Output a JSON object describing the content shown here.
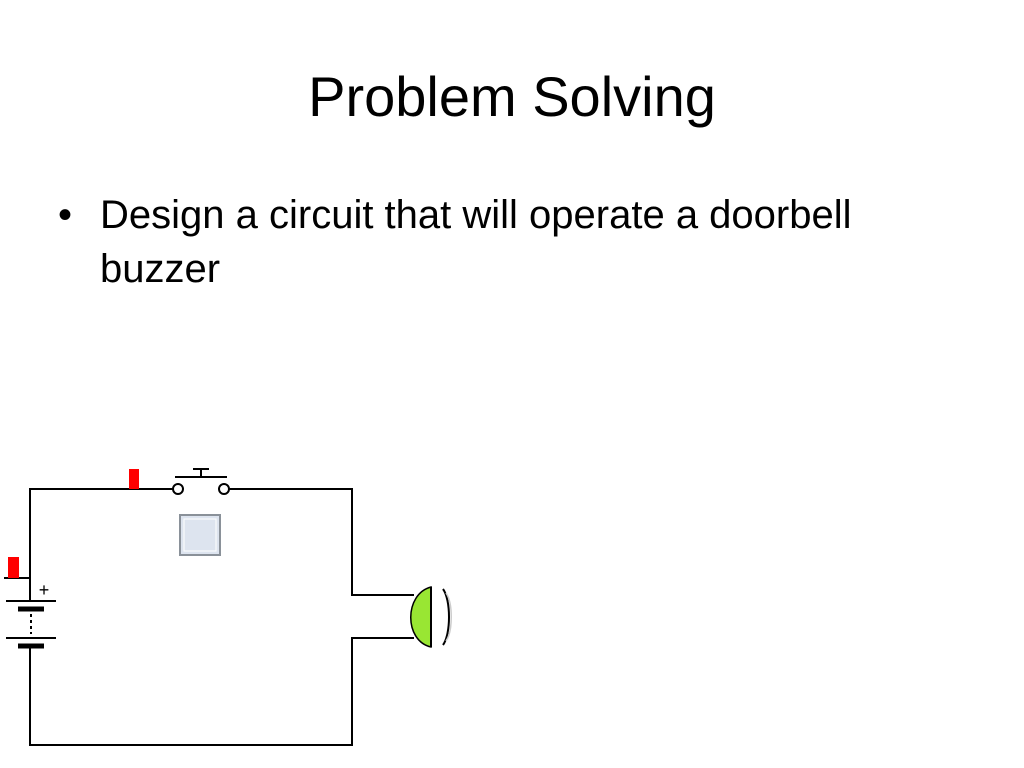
{
  "slide": {
    "title": "Problem Solving",
    "bullets": [
      {
        "mark": "•",
        "text": "Design a circuit that will operate a doorbell buzzer"
      }
    ]
  },
  "circuit": {
    "battery_polarity_label": "+",
    "colors": {
      "wire": "#000000",
      "marker": "#ff0000",
      "buzzer": "#99e633",
      "switch_button_fill": "#dde4ef",
      "switch_button_border": "#8a9199"
    },
    "components": [
      {
        "name": "battery",
        "icon": "battery-icon"
      },
      {
        "name": "push-button-switch",
        "icon": "push-switch-icon"
      },
      {
        "name": "buzzer",
        "icon": "buzzer-icon"
      }
    ]
  }
}
